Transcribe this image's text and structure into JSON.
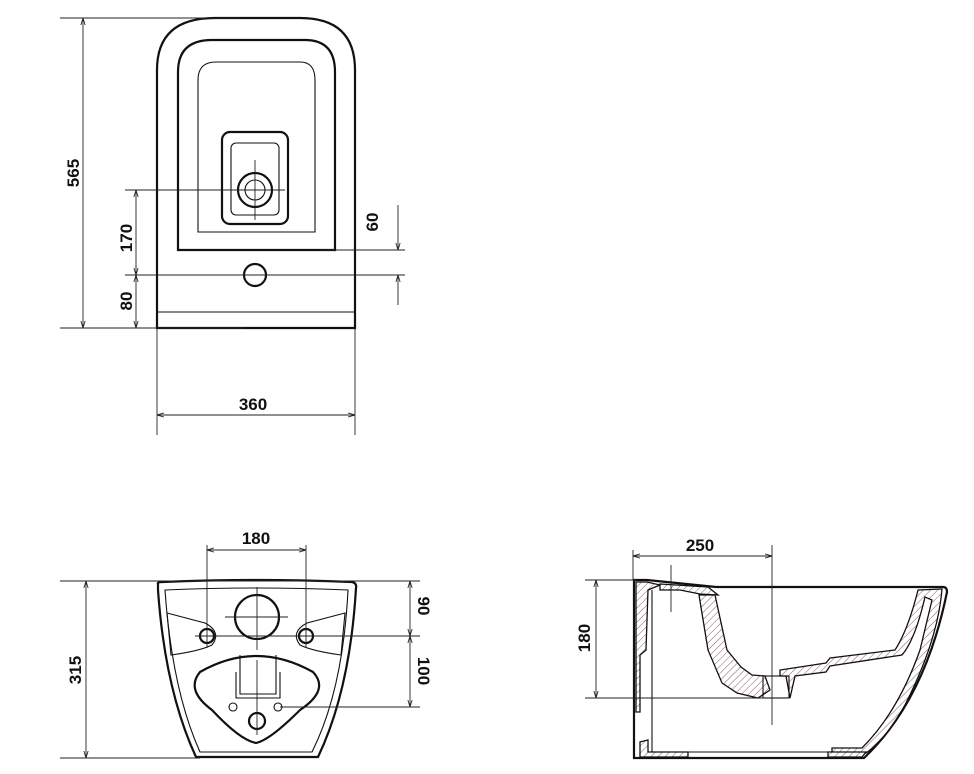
{
  "drawing": {
    "top_view": {
      "dimensions": {
        "height": "565",
        "drain_height": "170",
        "hole_height": "80",
        "offset": "60",
        "width": "360"
      }
    },
    "rear_view": {
      "dimensions": {
        "bolt_spacing": "180",
        "height": "315",
        "upper_offset": "90",
        "lower_offset": "100"
      }
    },
    "side_view": {
      "dimensions": {
        "depth": "250",
        "drain_height": "180"
      }
    },
    "line_color": "#111111"
  }
}
